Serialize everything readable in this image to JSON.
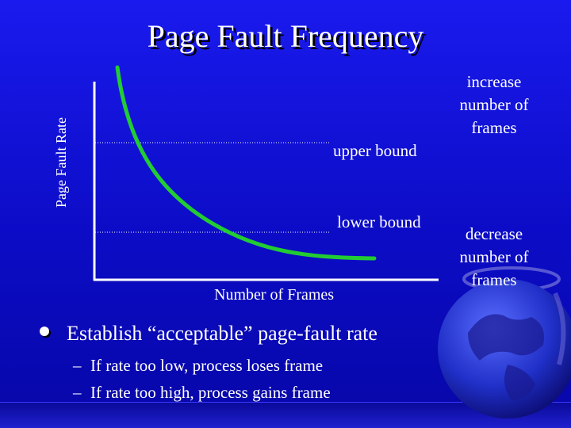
{
  "slide": {
    "title": "Page Fault Frequency",
    "y_axis_label": "Page Fault Rate",
    "x_axis_label": "Number of Frames",
    "upper_bound_label": "upper bound",
    "lower_bound_label": "lower bound",
    "increase_note": [
      "increase",
      "number of",
      "frames"
    ],
    "decrease_note": [
      "decrease",
      "number of",
      "frames"
    ],
    "bullet": "Establish “acceptable” page-fault rate",
    "sub_bullets": [
      {
        "dash": "–",
        "text": "If rate too low, process loses frame"
      },
      {
        "dash": "–",
        "text": "If rate too high, process gains frame"
      }
    ]
  },
  "colors": {
    "background": "#1010dd",
    "curve": "#22cc33",
    "text": "#ffffff"
  }
}
